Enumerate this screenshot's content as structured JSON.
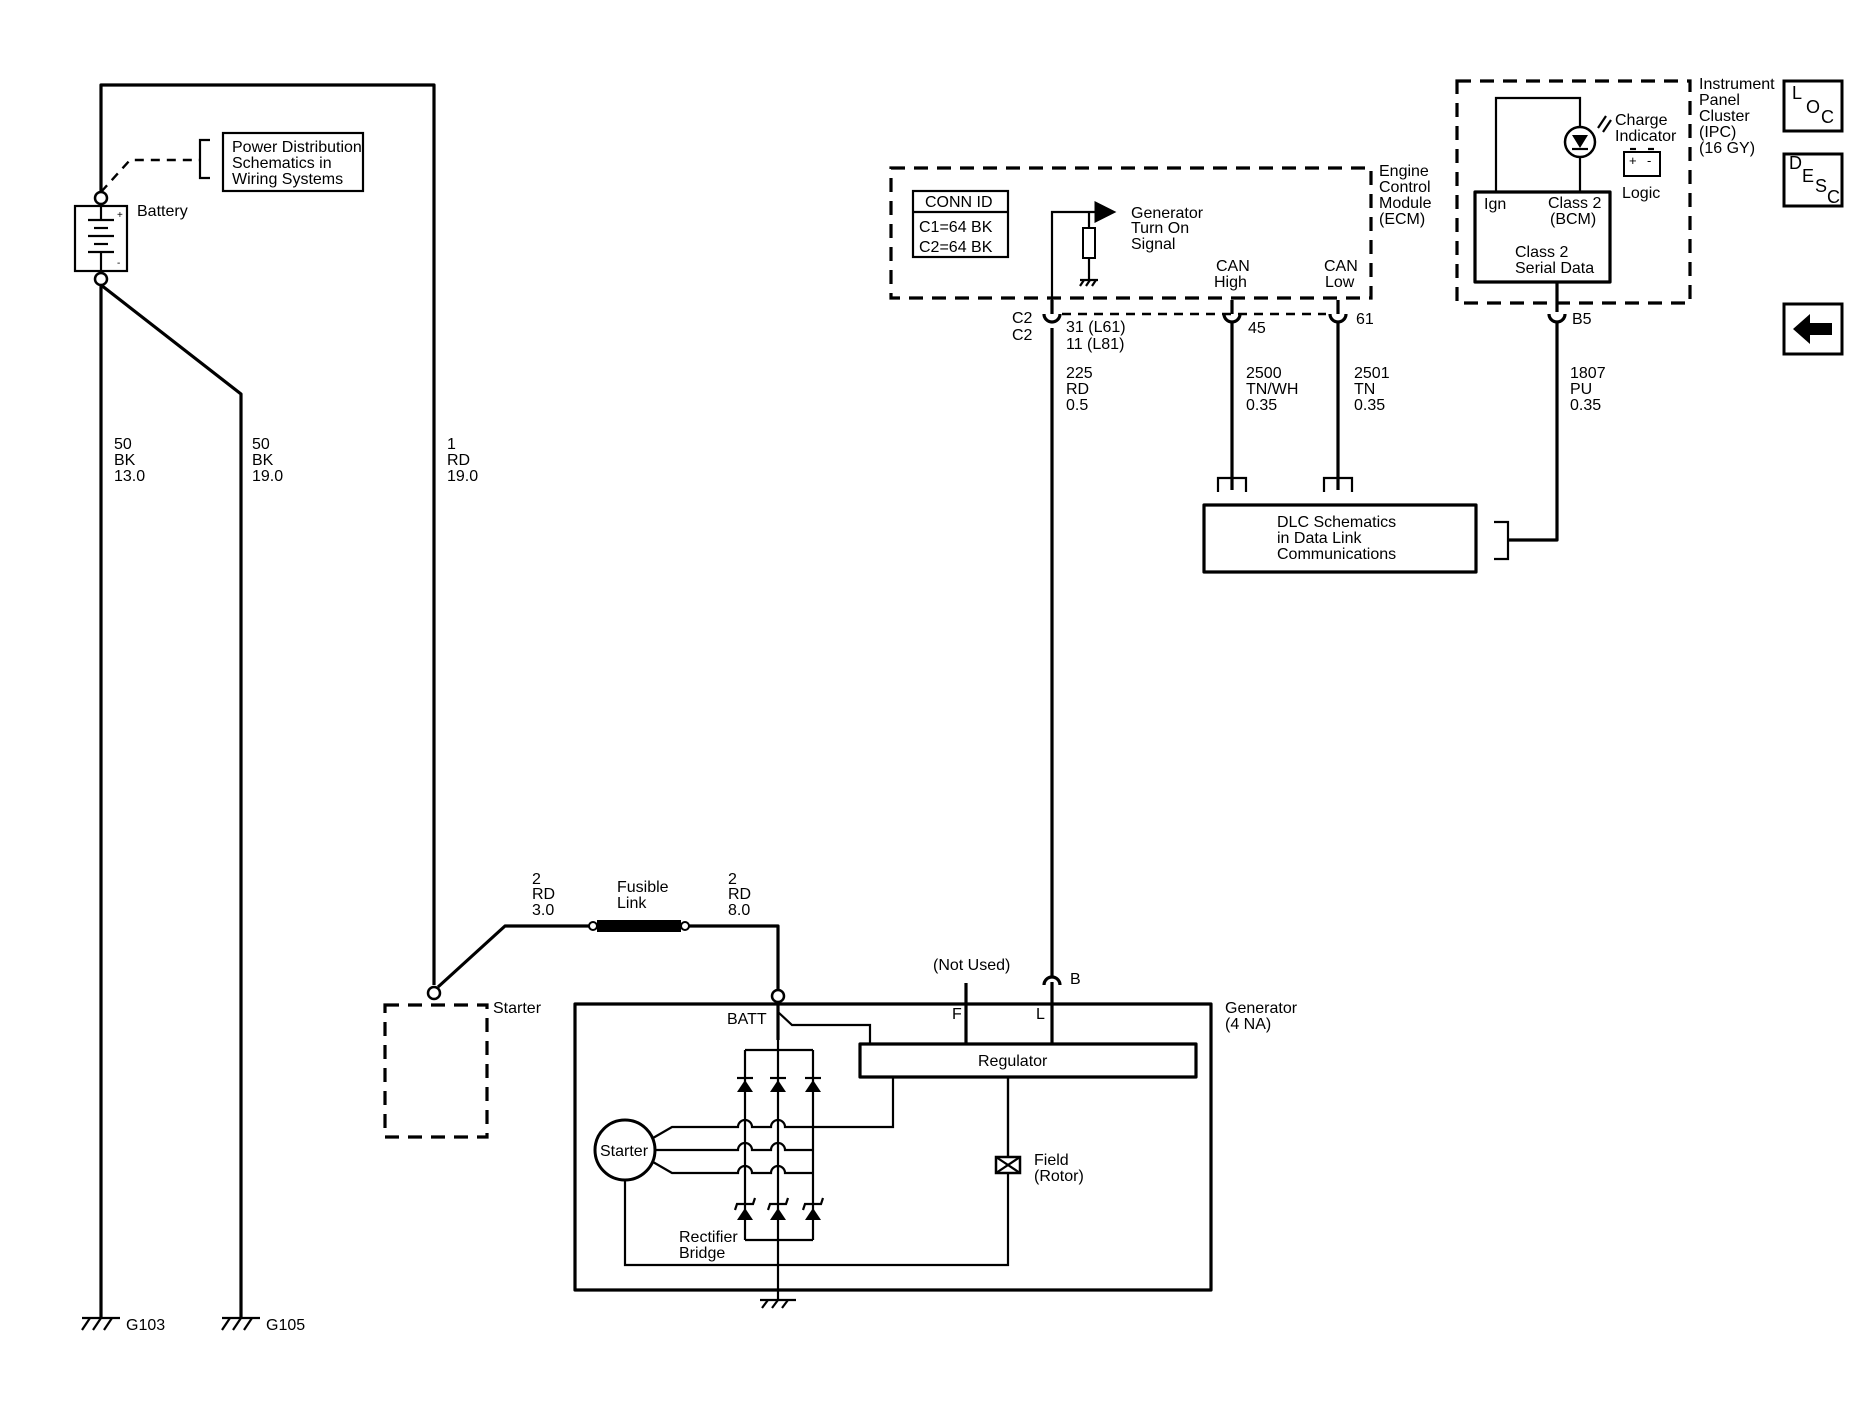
{
  "battery": {
    "label": "Battery"
  },
  "power_distribution": {
    "lines": [
      "Power Distribution",
      "Schematics in",
      "Wiring Systems"
    ]
  },
  "wires": {
    "bat_ground_1": [
      "50",
      "BK",
      "13.0"
    ],
    "bat_ground_2": [
      "50",
      "BK",
      "19.0"
    ],
    "bat_starter": [
      "1",
      "RD",
      "19.0"
    ],
    "starter_fuse": [
      "2",
      "RD",
      "3.0"
    ],
    "fuse_gen": [
      "2",
      "RD",
      "8.0"
    ],
    "ecm_l": [
      "225",
      "RD",
      "0.5"
    ],
    "can_high": [
      "2500",
      "TN/WH",
      "0.35"
    ],
    "can_low": [
      "2501",
      "TN",
      "0.35"
    ],
    "class2": [
      "1807",
      "PU",
      "0.35"
    ]
  },
  "grounds": {
    "g1": "G103",
    "g2": "G105"
  },
  "starter": {
    "label": "Starter"
  },
  "fusible_link": {
    "lines": [
      "Fusible",
      "Link"
    ]
  },
  "ecm": {
    "title_lines": [
      "Engine",
      "Control",
      "Module",
      "(ECM)"
    ],
    "conn_id": {
      "header": "CONN ID",
      "rows": [
        "C1=64 BK",
        "C2=64 BK"
      ]
    },
    "generator_signal": [
      "Generator",
      "Turn On",
      "Signal"
    ],
    "can_high": [
      "CAN",
      "High"
    ],
    "can_low": [
      "CAN",
      "Low"
    ],
    "connector": [
      "C2",
      "C2"
    ],
    "pin_l": [
      "31 (L61)",
      "11 (L81)"
    ],
    "pin_can_high": "45",
    "pin_can_low": "61"
  },
  "ipc": {
    "title_lines": [
      "Instrument",
      "Panel",
      "Cluster",
      "(IPC)",
      "(16 GY)"
    ],
    "charge_indicator": [
      "Charge",
      "Indicator"
    ],
    "logic": "Logic",
    "ign": "Ign",
    "class2_bcm": [
      "Class 2",
      "(BCM)"
    ],
    "class2_serial": [
      "Class 2",
      "Serial Data"
    ],
    "pin": "B5"
  },
  "dlc": {
    "lines": [
      "DLC Schematics",
      "in Data Link",
      "Communications"
    ]
  },
  "generator": {
    "title_lines": [
      "Generator",
      "(4 NA)"
    ],
    "batt": "BATT",
    "regulator": "Regulator",
    "terminal_f": "F",
    "terminal_l": "L",
    "terminal_b": "B",
    "not_used": "(Not Used)",
    "stator": "Starter",
    "field": [
      "Field",
      "(Rotor)"
    ],
    "rectifier": [
      "Rectifier",
      "Bridge"
    ]
  },
  "nav": {
    "loc": {
      "letters": [
        "L",
        "O",
        "C"
      ]
    },
    "desc": {
      "letters": [
        "D",
        "E",
        "S",
        "C"
      ]
    },
    "back_icon": "arrow-left-icon"
  }
}
